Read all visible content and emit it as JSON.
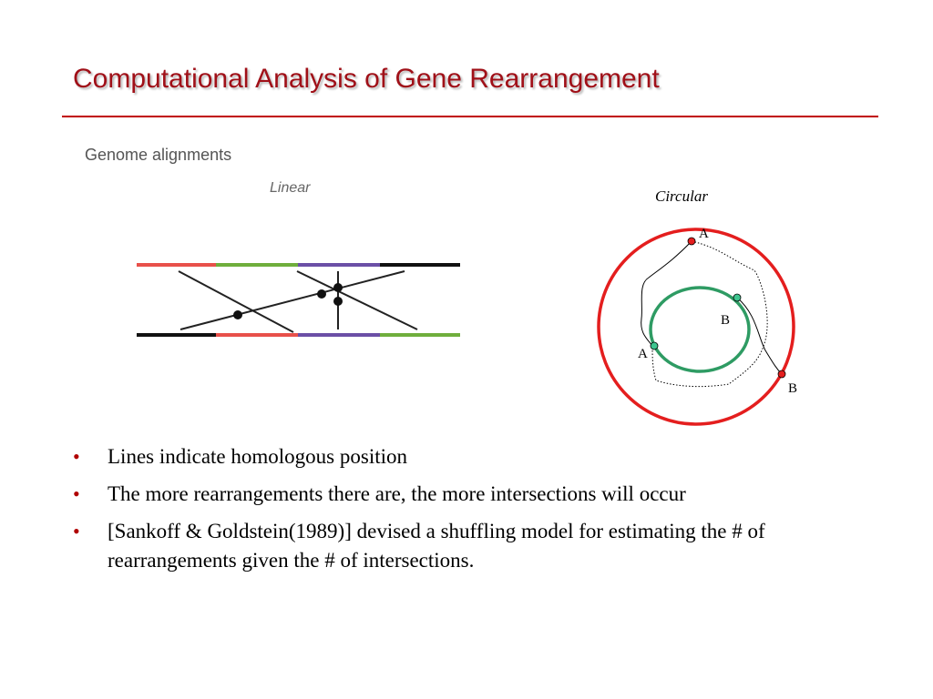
{
  "title": "Computational Analysis of Gene Rearrangement",
  "figure": {
    "heading": "Genome alignments",
    "linear_label": "Linear",
    "circular_label": "Circular",
    "outer_marker_a": "A",
    "outer_marker_b": "B",
    "inner_marker_a": "A",
    "inner_marker_b": "B",
    "colors": {
      "outer_circle": "#e41e1e",
      "inner_circle": "#2e9b63",
      "segment_red": "#e8504a",
      "segment_green": "#6fae3c",
      "segment_purple": "#6b4fa6",
      "segment_black": "#111111"
    }
  },
  "bullets": [
    "Lines indicate homologous position",
    "The more rearrangements there are, the more intersections will occur",
    "[Sankoff & Goldstein(1989)] devised a shuffling model for estimating the # of rearrangements given the # of intersections."
  ]
}
